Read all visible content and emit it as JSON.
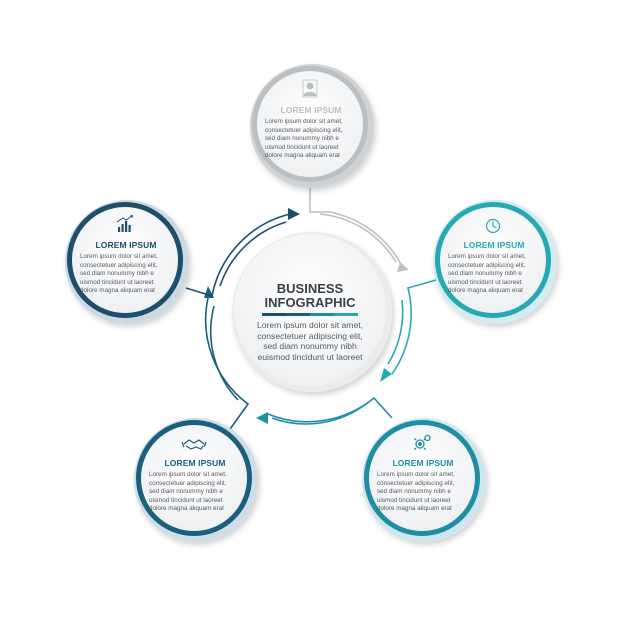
{
  "center": {
    "title": "BUSINESS\nINFOGRAPHIC",
    "body": "Lorem ipsum dolor sit amet,\nconsectetuer adipiscing elit,\nsed diam nonummy nibh\neuismod tincidunt ut laoreet"
  },
  "nodes": [
    {
      "id": "top",
      "title": "LOREM IPSUM",
      "body": "Lorem ipsum dolor sit amet,\nconsectetuer adipiscing elit,\nsed diam nonummy nibh e\nuismod tincidunt ut laoreet\ndolore magna aliquam erat",
      "icon": "user-icon",
      "color": "#bcbfc2"
    },
    {
      "id": "right",
      "title": "LOREM IPSUM",
      "body": "Lorem ipsum dolor sit amet,\nconsectetuer adipiscing elit,\nsed diam nonummy nibh e\nuismod tincidunt ut laoreet\ndolore magna aliquam erat",
      "icon": "clock-icon",
      "color": "#27a9b4"
    },
    {
      "id": "bottom-right",
      "title": "LOREM IPSUM",
      "body": "Lorem ipsum dolor sit amet,\nconsectetuer adipiscing elit,\nsed diam nonummy nibh e\nuismod tincidunt ut laoreet\ndolore magna aliquam erat",
      "icon": "gears-icon",
      "color": "#1f8ea3"
    },
    {
      "id": "bottom-left",
      "title": "LOREM IPSUM",
      "body": "Lorem ipsum dolor sit amet,\nconsectetuer adipiscing elit,\nsed diam nonummy nibh e\nuismod tincidunt ut laoreet\ndolore magna aliquam erat",
      "icon": "handshake-icon",
      "color": "#1b5f7e"
    },
    {
      "id": "left",
      "title": "LOREM IPSUM",
      "body": "Lorem ipsum dolor sit amet,\nconsectetuer adipiscing elit,\nsed diam nonummy nibh e\nuismod tincidunt ut laoreet\ndolore magna aliquam erat",
      "icon": "growth-chart-icon",
      "color": "#1d4f6b"
    }
  ],
  "colors": {
    "text_dark": "#3a3f45",
    "body_text": "#555a60",
    "circle_fill": "#f2f3f4",
    "gray": "#bcbfc2",
    "teal_light": "#27a9b4",
    "teal": "#1f8ea3",
    "navy": "#1b5f7e",
    "navy_dark": "#1d4f6b"
  }
}
